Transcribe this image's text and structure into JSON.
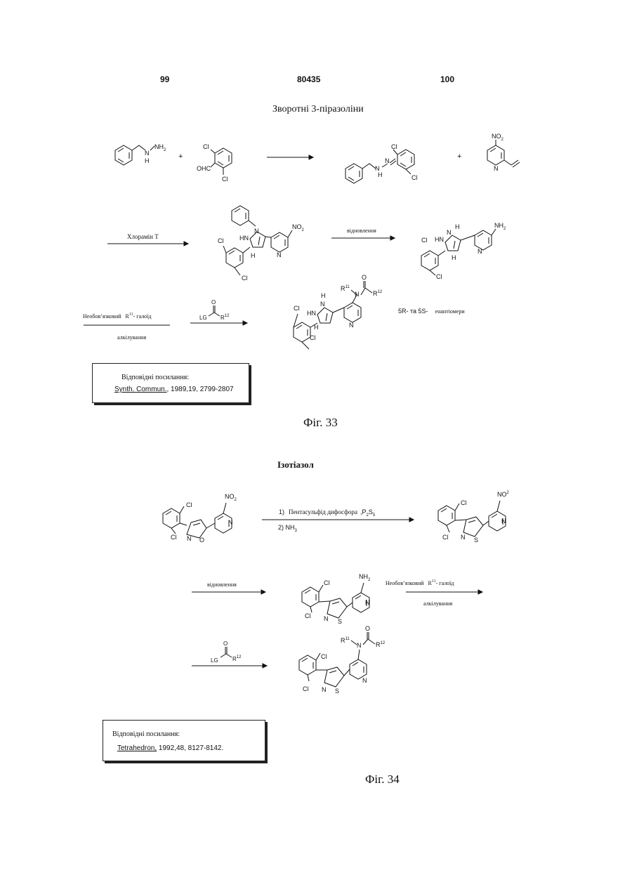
{
  "header": {
    "page_left": "99",
    "patent_number": "80435",
    "page_right": "100"
  },
  "figure33": {
    "title": "Зворотні 3-піразоліни",
    "label": "Фіг. 33",
    "plus": "+",
    "reagent_chloramine": "Хлорамін Т",
    "reagent_reduction": "відновлення",
    "reagent_alkylation_prefix": "Необов’язковий",
    "reagent_alkylation_r": "R",
    "reagent_alkylation_sup": "11",
    "reagent_alkylation_suffix": "- галоїд",
    "reagent_alkylation_line2": "алкілування",
    "enantiomers": "5R- та 5S-",
    "enantiomers_word": "енантіомери",
    "atoms": {
      "nh2": "NH",
      "n": "N",
      "h": "H",
      "hn": "HN",
      "cl": "Cl",
      "ohc": "OHC",
      "no2": "NO",
      "sub2": "2",
      "lg": "LG",
      "r": "R",
      "r11": "11",
      "r12": "12",
      "o": "O"
    },
    "reference": {
      "title": "Відповідні посилання:",
      "journal": "Synth. Commun.",
      "citation": ", 1989,19, 2799-2807"
    }
  },
  "figure34": {
    "title": "Ізотіазол",
    "label": "Фіг. 34",
    "step1_num": "1)",
    "step1_text": "Пентасульфід дифосфора",
    "step1_reagent": ",P",
    "step1_p_sub": "2",
    "step1_s": "S",
    "step1_s_sub": "5",
    "step2": "2) NH",
    "step2_sub": "3",
    "reagent_reduction": "відновлення",
    "reagent_alkylation_prefix": "Необов’язковий",
    "reagent_alkylation_r": "R",
    "reagent_alkylation_sup": "11",
    "reagent_alkylation_suffix": "- галоїд",
    "reagent_alkylation_line2": "алкілування",
    "atoms": {
      "n": "N",
      "o": "O",
      "s": "S",
      "cl": "Cl",
      "no2": "NO",
      "sub2": "2",
      "sup2": "2",
      "nh2": "NH",
      "lg": "LG",
      "r": "R",
      "r11": "11",
      "r12": "12"
    },
    "reference": {
      "title": "Відповідні посилання:",
      "journal": "Tetrahedron,",
      "citation": " 1992,48, 8127-8142."
    }
  }
}
